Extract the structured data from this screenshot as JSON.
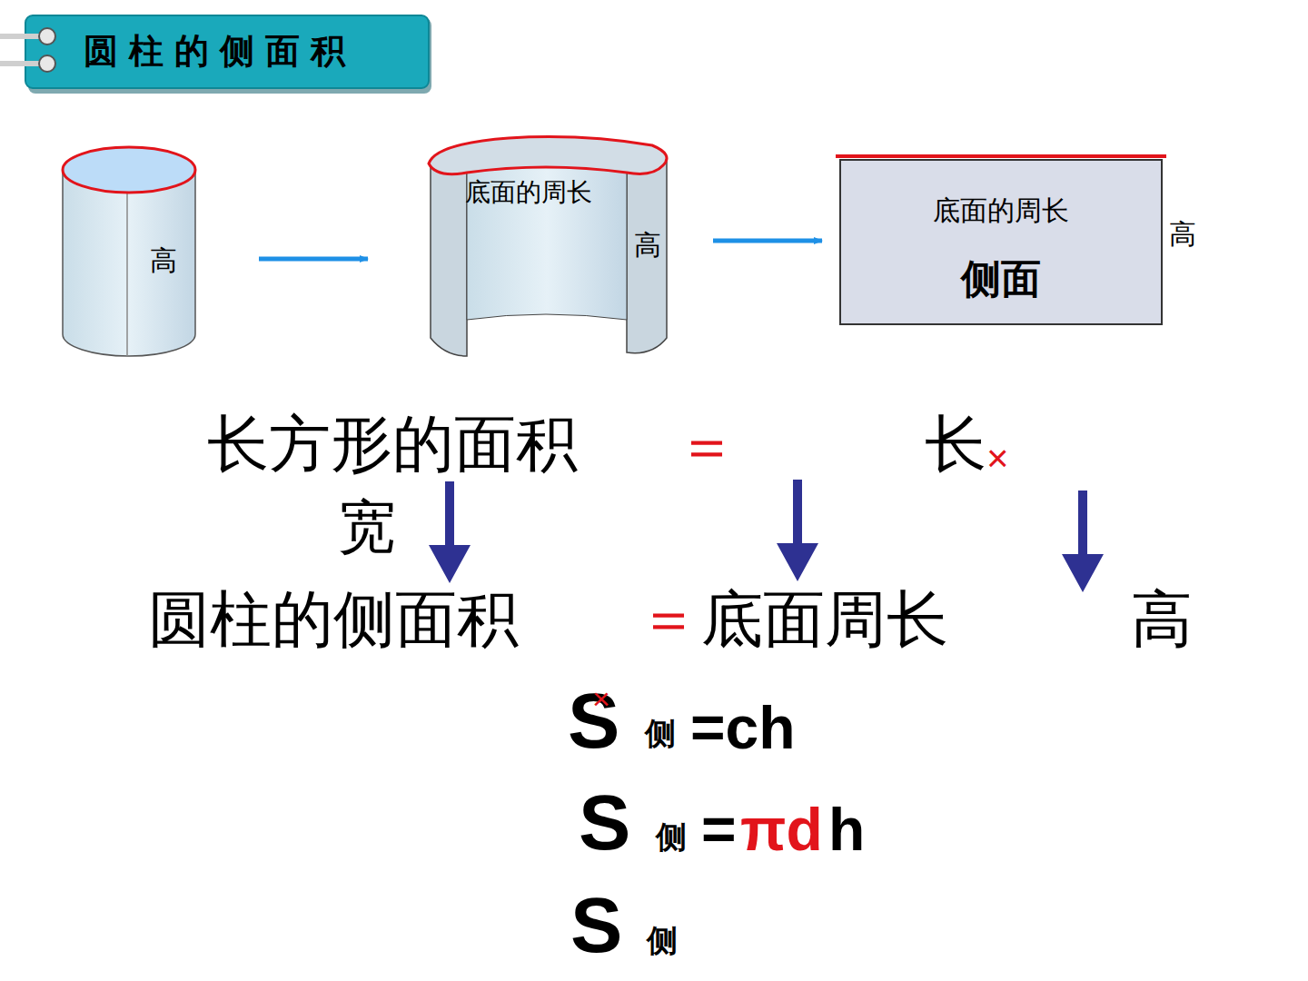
{
  "diagram": {
    "title": "圆柱的侧面积",
    "nodes": [
      {
        "text": [
          "底面的周长",
          "侧面"
        ]
      }
    ],
    "labels": [
      "高",
      "底面的周长",
      "高",
      "高",
      "长方形的面积",
      "＝",
      "长",
      "×",
      "宽",
      "圆柱的侧面积",
      "＝",
      "底面周长",
      "高",
      "S",
      "×",
      "侧",
      "=ch",
      "S",
      "侧",
      "=",
      "πd",
      "h",
      "S",
      "侧"
    ]
  }
}
